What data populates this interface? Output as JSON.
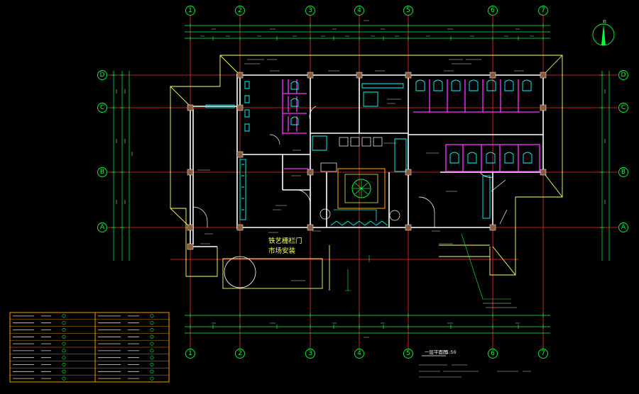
{
  "colors": {
    "background": "#000000",
    "grid_line": "#ff2b2b",
    "wall": "#ffffff",
    "dimension": "#00ff3c",
    "outline": "#ffff66",
    "partition": "#ff33ff",
    "fixture": "#00ffff",
    "legend_border": "#ffb000"
  },
  "grid_axes": {
    "columns": [
      "1",
      "2",
      "3",
      "4",
      "5",
      "6",
      "7"
    ],
    "rows": [
      "D",
      "C",
      "B",
      "A"
    ]
  },
  "annotations": {
    "door_note": "铁艺栅栏门",
    "door_note_sub": "市场安装"
  },
  "title_block": {
    "plan_title": "一层平面图",
    "scale": "1:50"
  },
  "north_arrow": {
    "label": "北"
  },
  "legend": {
    "rows": 9
  }
}
